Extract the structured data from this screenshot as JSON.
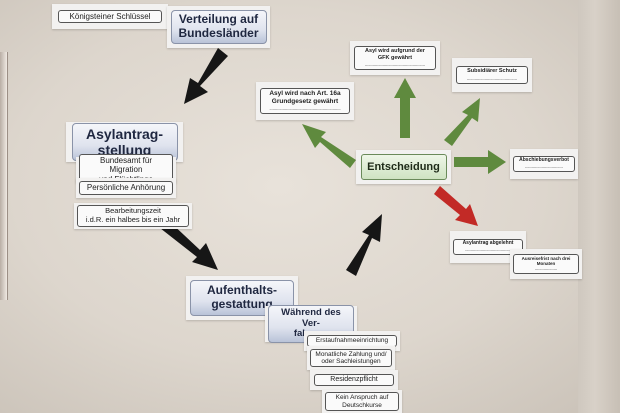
{
  "labels": {
    "koenig": "Königsteiner Schlüssel",
    "verteilung_1": "Verteilung auf",
    "verteilung_2": "Bundesländer",
    "asylantrag_1": "Asylantrag-",
    "asylantrag_2": "stellung",
    "bamf_1": "Bundesamt für Migration",
    "bamf_2": "und Flüchtlinge",
    "anhoerung": "Persönliche Anhörung",
    "bearb_1": "Bearbeitungszeit",
    "bearb_2": "i.d.R. ein halbes bis ein Jahr",
    "aufenthalt_1": "Aufenthalts-",
    "aufenthalt_2": "gestattung",
    "waehrend_1": "Während des Ver-",
    "waehrend_2": "fahrens",
    "erstauf": "Erstaufnahmeeinrichtung",
    "monat_1": "Monatliche Zahlung und/",
    "monat_2": "oder Sachleistungen",
    "residenz": "Residenzpflicht",
    "kein_1": "Kein Anspruch auf",
    "kein_2": "Deutschkurse",
    "entscheidung": "Entscheidung",
    "gfk_1": "Asyl wird aufgrund der",
    "gfk_2": "GFK gewährt",
    "art16_1": "Asyl wird nach Art. 16a",
    "art16_2": "Grundgesetz gewährt",
    "subsidiaer": "Subsidiärer Schutz",
    "abschiebung": "Abschiebungsverbot",
    "abgelehnt": "Asylantrag abgelehnt",
    "ausreise": "Ausreisefrist nach drei Monaten"
  },
  "colors": {
    "arrow_black": "#161616",
    "arrow_green": "#5f8a3e",
    "arrow_red": "#c22a26",
    "header_blue": "#b9c3d8",
    "decision_green": "#cfe3c2"
  }
}
